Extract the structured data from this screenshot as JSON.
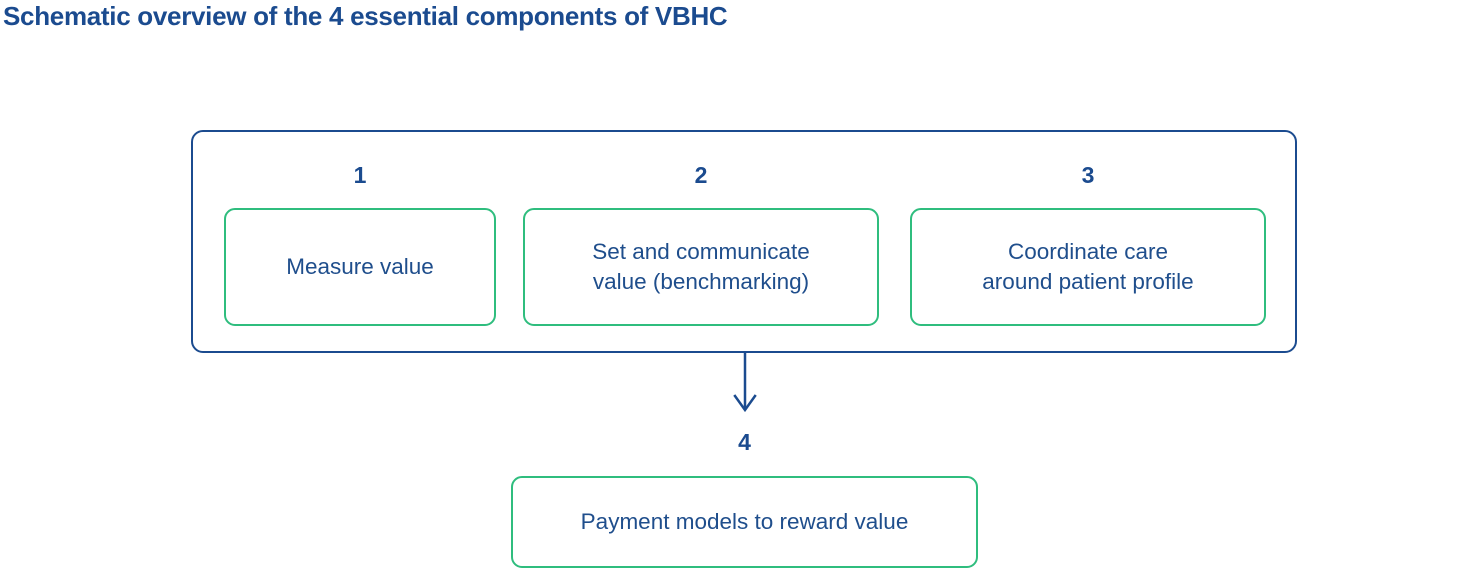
{
  "page": {
    "title": "Schematic overview of the 4 essential components of VBHC",
    "background_color": "#ffffff"
  },
  "colors": {
    "title_blue": "#1b4b8f",
    "text_blue": "#1f4e8c",
    "container_border_blue": "#1b4b8f",
    "card_border_green": "#2fbd7e",
    "arrow_blue": "#1b4b8f"
  },
  "diagram": {
    "type": "flow",
    "group": {
      "components": [
        {
          "number": "1",
          "label": "Measure value"
        },
        {
          "number": "2",
          "label": "Set and communicate\nvalue (benchmarking)"
        },
        {
          "number": "3",
          "label": "Coordinate care\naround patient profile"
        }
      ]
    },
    "arrow": {
      "direction": "down",
      "icon": "arrow-down-icon"
    },
    "outcome": {
      "number": "4",
      "label": "Payment models to reward value"
    }
  }
}
